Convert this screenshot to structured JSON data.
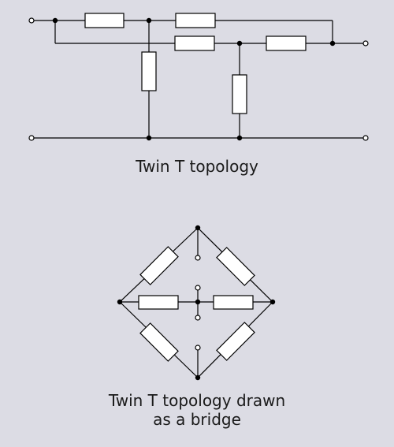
{
  "captions": {
    "twin_t": "Twin T topology",
    "bridge_line1": "Twin T topology drawn",
    "bridge_line2": "as a bridge"
  },
  "colors": {
    "background": "#dcdce4",
    "stroke": "#000000",
    "resistor_fill": "#ffffff",
    "terminal_fill": "#ffffff",
    "junction_fill": "#000000"
  }
}
